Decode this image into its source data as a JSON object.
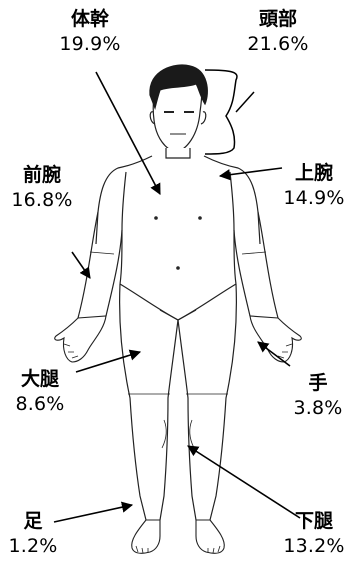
{
  "labels": {
    "trunk": {
      "name": "体幹",
      "value": "19.9%"
    },
    "head": {
      "name": "頭部",
      "value": "21.6%"
    },
    "forearm": {
      "name": "前腕",
      "value": "16.8%"
    },
    "upper_arm": {
      "name": "上腕",
      "value": "14.9%"
    },
    "thigh": {
      "name": "大腿",
      "value": "8.6%"
    },
    "hand": {
      "name": "手",
      "value": "3.8%"
    },
    "foot": {
      "name": "足",
      "value": "1.2%"
    },
    "lower_leg": {
      "name": "下腿",
      "value": "13.2%"
    }
  }
}
